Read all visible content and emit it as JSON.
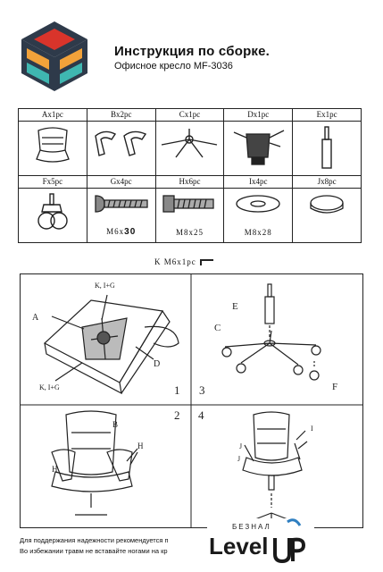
{
  "header": {
    "title": "Инструкция по сборке.",
    "subtitle": "Офисное кресло MF-3036"
  },
  "parts": [
    {
      "label": "Ax1pc",
      "icon": "seat-back-icon"
    },
    {
      "label": "Bx2pc",
      "icon": "armrest-icon"
    },
    {
      "label": "Cx1pc",
      "icon": "star-base-icon"
    },
    {
      "label": "Dx1pc",
      "icon": "mechanism-icon"
    },
    {
      "label": "Ex1pc",
      "icon": "gas-lift-icon"
    },
    {
      "label": "Fx5pc",
      "icon": "caster-icon"
    },
    {
      "label": "Gx4pc",
      "icon": "bolt-icon",
      "size": "M6x",
      "size_num": "30"
    },
    {
      "label": "Hx6pc",
      "icon": "bolt-icon",
      "size": "M8x25"
    },
    {
      "label": "Ix4pc",
      "icon": "washer-icon",
      "size": "M8x28"
    },
    {
      "label": "Jx8pc",
      "icon": "cap-icon"
    }
  ],
  "tool_note": "K  M6x1pc",
  "steps": {
    "n1": "1",
    "n2": "2",
    "n3": "3",
    "n4": "4",
    "lbl_a": "A",
    "lbl_d": "D",
    "lbl_ki": "K, I+G",
    "lbl_e": "E",
    "lbl_c": "C",
    "lbl_f": "F",
    "lbl_b": "B",
    "lbl_h": "H",
    "lbl_i": "I",
    "lbl_j": "J"
  },
  "footer": {
    "line1": "Для поддержания надежности рекомендуется п",
    "line2": "Во избежании травм не вставайте ногами на кр"
  },
  "brand": {
    "small": "БЕЗНАЛ",
    "main": "Level",
    "colors": {
      "accent": "#2f7fc1",
      "dark": "#1a1a1a"
    }
  },
  "logo_colors": [
    "#d9342b",
    "#f2a23a",
    "#3fb7b1",
    "#2e3a4a"
  ]
}
